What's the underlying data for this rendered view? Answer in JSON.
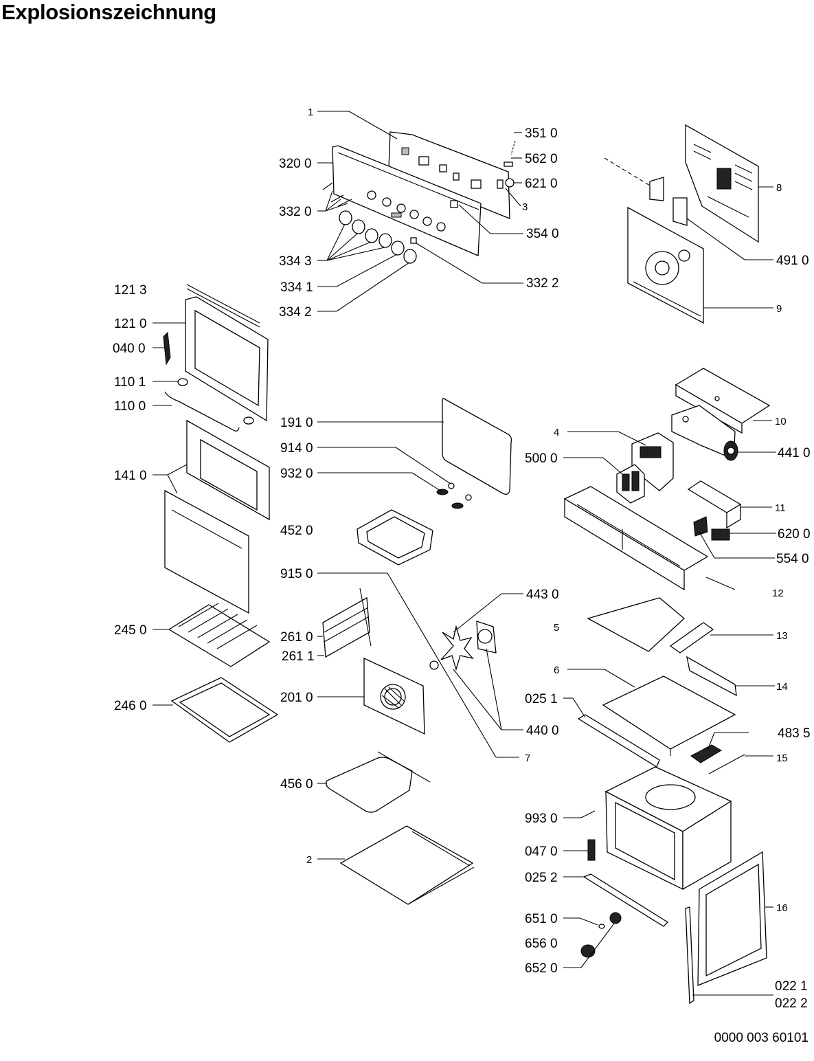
{
  "title": "Explosionszeichnung",
  "document_number": "0000 003 60101",
  "labels": {
    "p1": "1",
    "p3510": "351 0",
    "p5620": "562 0",
    "p6210": "621 0",
    "p3": "3",
    "p3200": "320 0",
    "p3320": "332 0",
    "p3540": "354 0",
    "p3343": "334 3",
    "p3341": "334 1",
    "p3322": "332 2",
    "p3342": "334 2",
    "p8": "8",
    "p4910": "491 0",
    "p9": "9",
    "p1213": "121 3",
    "p1210": "121 0",
    "p0400": "040 0",
    "p1101": "110 1",
    "p1100": "110 0",
    "p1410": "141 0",
    "p4520": "452 0",
    "p2450": "245 0",
    "p2460": "246 0",
    "p1910": "191 0",
    "p9140": "914 0",
    "p9320": "932 0",
    "p9150": "915 0",
    "p2610": "261 0",
    "p2611": "261 1",
    "p2010": "201 0",
    "p4560": "456 0",
    "p2": "2",
    "p4430": "443 0",
    "p4400": "440 0",
    "p7": "7",
    "p10": "10",
    "p4": "4",
    "p5000": "500 0",
    "p4410": "441 0",
    "p11": "11",
    "p6200": "620 0",
    "p5540": "554 0",
    "p12": "12",
    "p5": "5",
    "p13": "13",
    "p6": "6",
    "p14": "14",
    "p0251": "025 1",
    "p4835": "483 5",
    "p15": "15",
    "p9930": "993 0",
    "p0470": "047 0",
    "p0252": "025 2",
    "p16": "16",
    "p6510": "651 0",
    "p6560": "656 0",
    "p6520": "652 0",
    "p0221": "022 1",
    "p0222": "022 2"
  }
}
